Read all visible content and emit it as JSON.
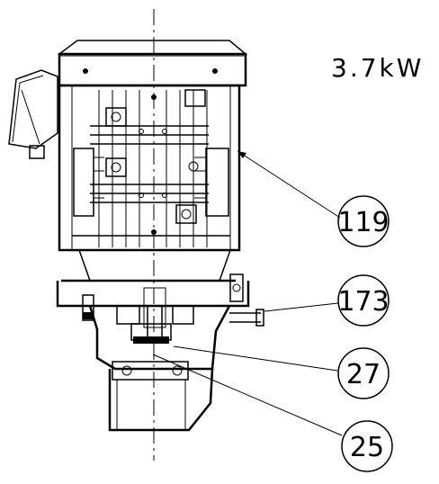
{
  "power_label": "3.7kW",
  "callouts": [
    {
      "id": "119",
      "text": "119"
    },
    {
      "id": "173",
      "text": "173"
    },
    {
      "id": "27",
      "text": "27"
    },
    {
      "id": "25",
      "text": "25"
    }
  ]
}
